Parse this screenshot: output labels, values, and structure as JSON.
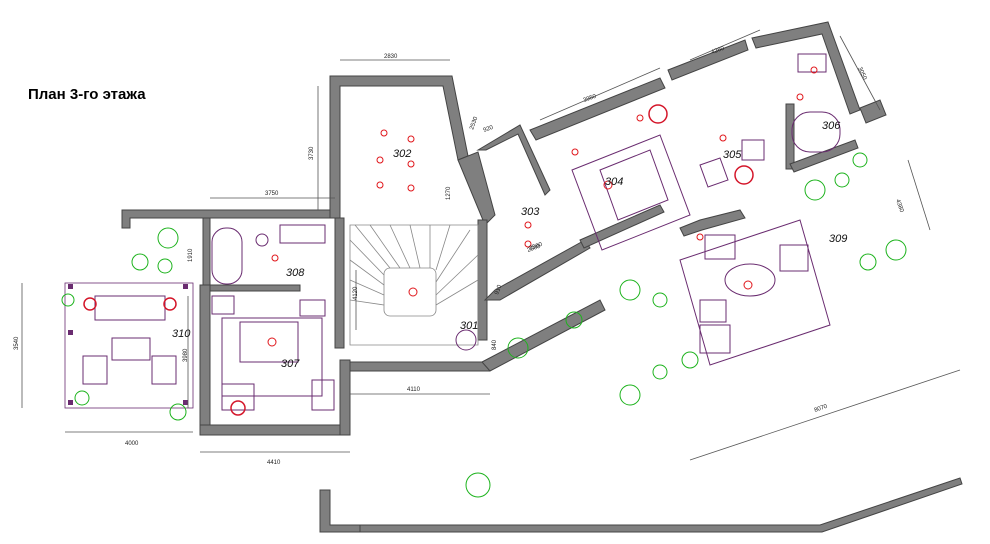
{
  "title": "План 3-го этажа",
  "rooms": [
    "301",
    "302",
    "303",
    "304",
    "305",
    "306",
    "307",
    "308",
    "309",
    "310"
  ],
  "dimensions": [
    "2830",
    "3730",
    "3750",
    "2530",
    "920",
    "3950",
    "4260",
    "3050",
    "1270",
    "2560",
    "4120",
    "1910",
    "3540",
    "3980",
    "4380",
    "2560",
    "910",
    "840",
    "4110",
    "4000",
    "4410",
    "8070"
  ],
  "colors": {
    "walls": "#7f7f7f",
    "furniture": "#6a2c70",
    "lights": "#e0161b",
    "trees": "#1db31d"
  }
}
